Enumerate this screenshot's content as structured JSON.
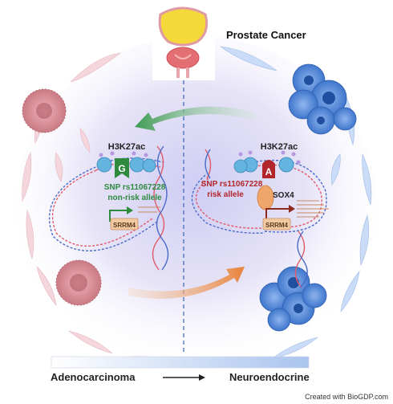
{
  "title": "Prostate Cancer",
  "left_panel": {
    "histone_mark": "H3K27ac",
    "allele_letter": "G",
    "snp_label": "SNP rs11067228",
    "allele_label": "non-risk allele",
    "gene_label": "SRRM4"
  },
  "right_panel": {
    "histone_mark": "H3K27ac",
    "allele_letter": "A",
    "snp_label": "SNP rs11067228",
    "allele_label": "risk allele",
    "tf_label": "SOX4",
    "gene_label": "SRRM4"
  },
  "axis": {
    "left_label": "Adenocarcinoma",
    "right_label": "Neuroendocrine"
  },
  "credit": "Created with BioGDP.com",
  "colors": {
    "green": "#2e8b3e",
    "red": "#b2262b",
    "orange_arrow": "#e8833a",
    "blue_cell": "#5b8fd8",
    "pink_cell": "#e9a7b2",
    "gene_box": "#f2c9a0"
  }
}
